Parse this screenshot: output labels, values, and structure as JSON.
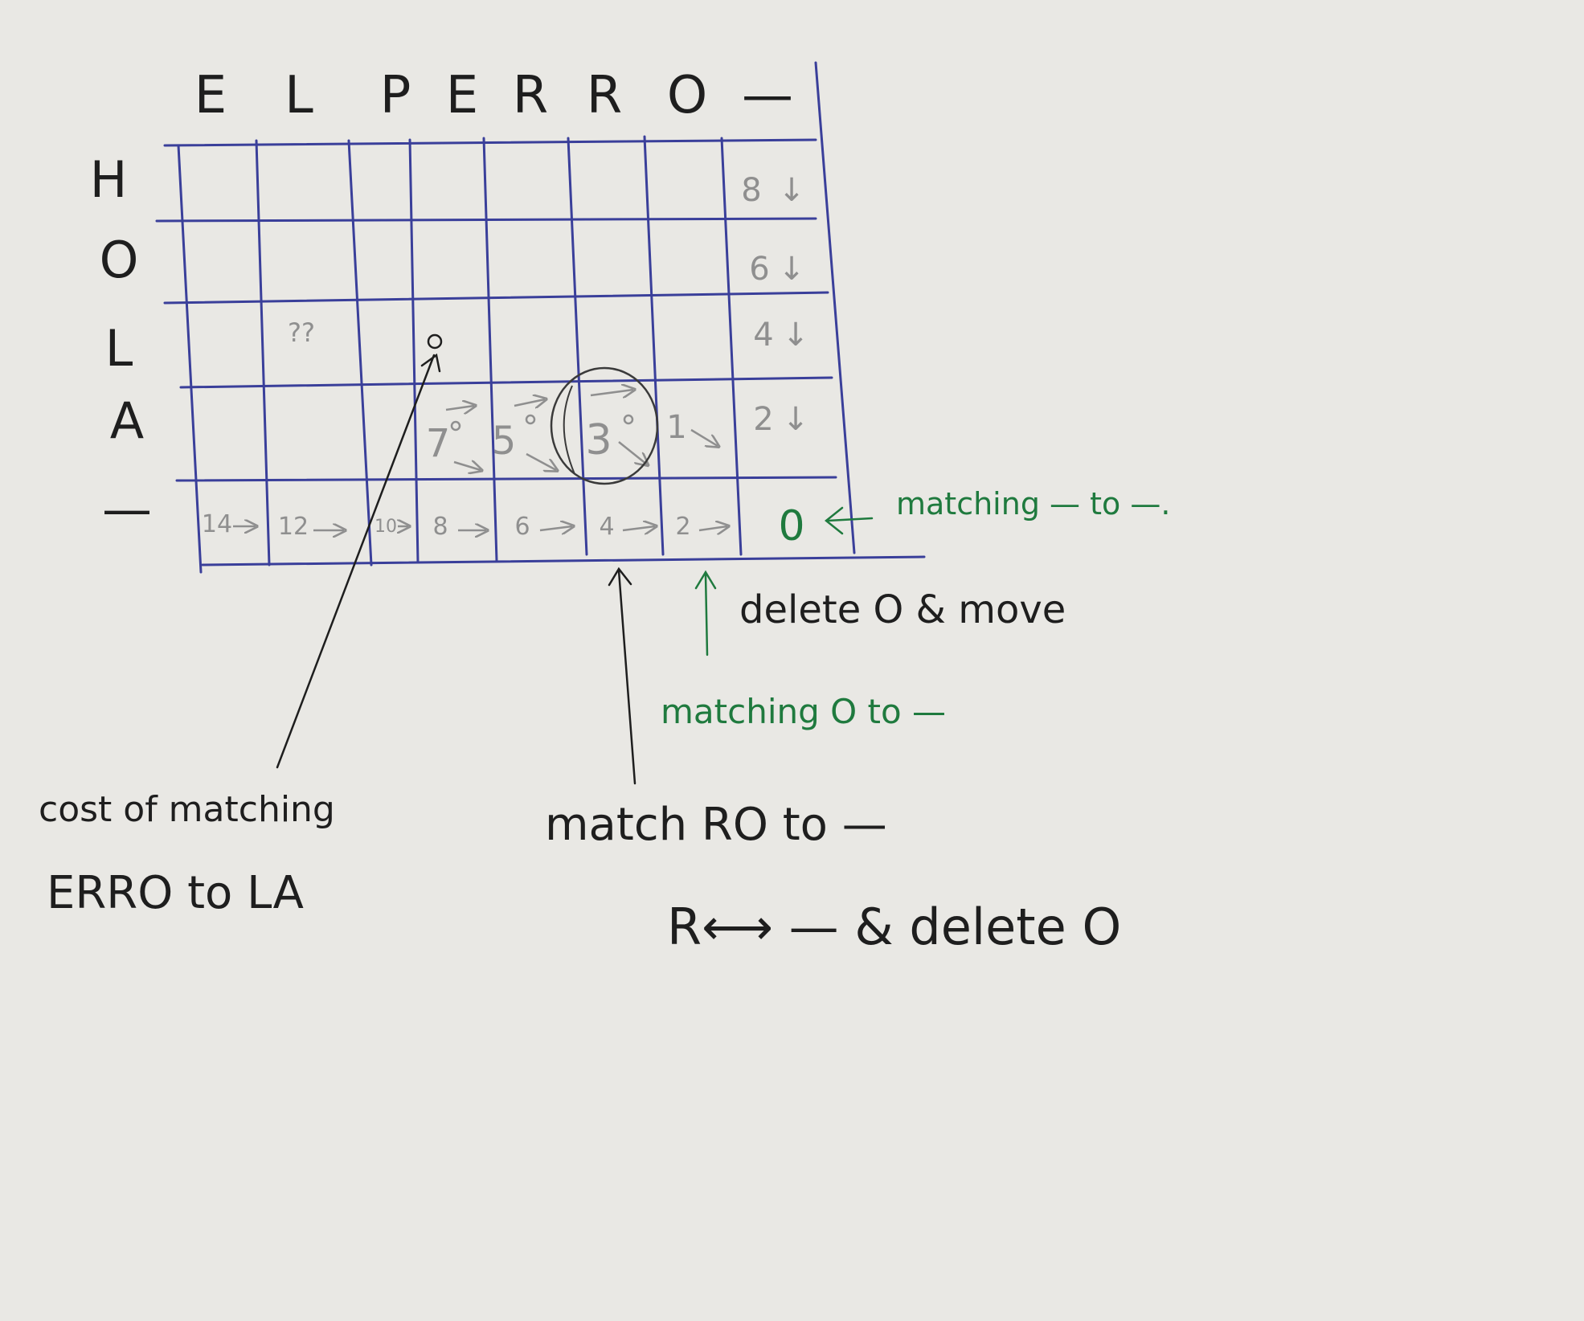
{
  "colors": {
    "paper": "#e9e8e4",
    "grid": "#3a3f9a",
    "ink": "#1e1e1e",
    "pencil": "#8f8f8f",
    "green": "#1f7a3e"
  },
  "top_letters": [
    "E",
    "L",
    "P",
    "E",
    "R",
    "R",
    "O",
    "—"
  ],
  "side_letters": [
    "H",
    "O",
    "L",
    "A",
    "—"
  ],
  "cells": {
    "h_col8": "8",
    "o_col8": "6",
    "l_col3": "??",
    "l_col8": "4",
    "a_col4": "7",
    "a_col5": "5",
    "a_col6": "3",
    "a_col7": "1",
    "a_col8": "2",
    "base": [
      "14",
      "12",
      "10",
      "8",
      "6",
      "4",
      "2"
    ],
    "base_final": "0"
  },
  "annotations": {
    "matching_blank": "matching — to —.",
    "delete_move": "delete O & move",
    "matching_o": "matching O to —",
    "cost_line1": "cost of matching",
    "cost_line2": "ERRO to LA",
    "match_ro": "match RO to —",
    "r_swap": "R⟷ — & delete O"
  }
}
